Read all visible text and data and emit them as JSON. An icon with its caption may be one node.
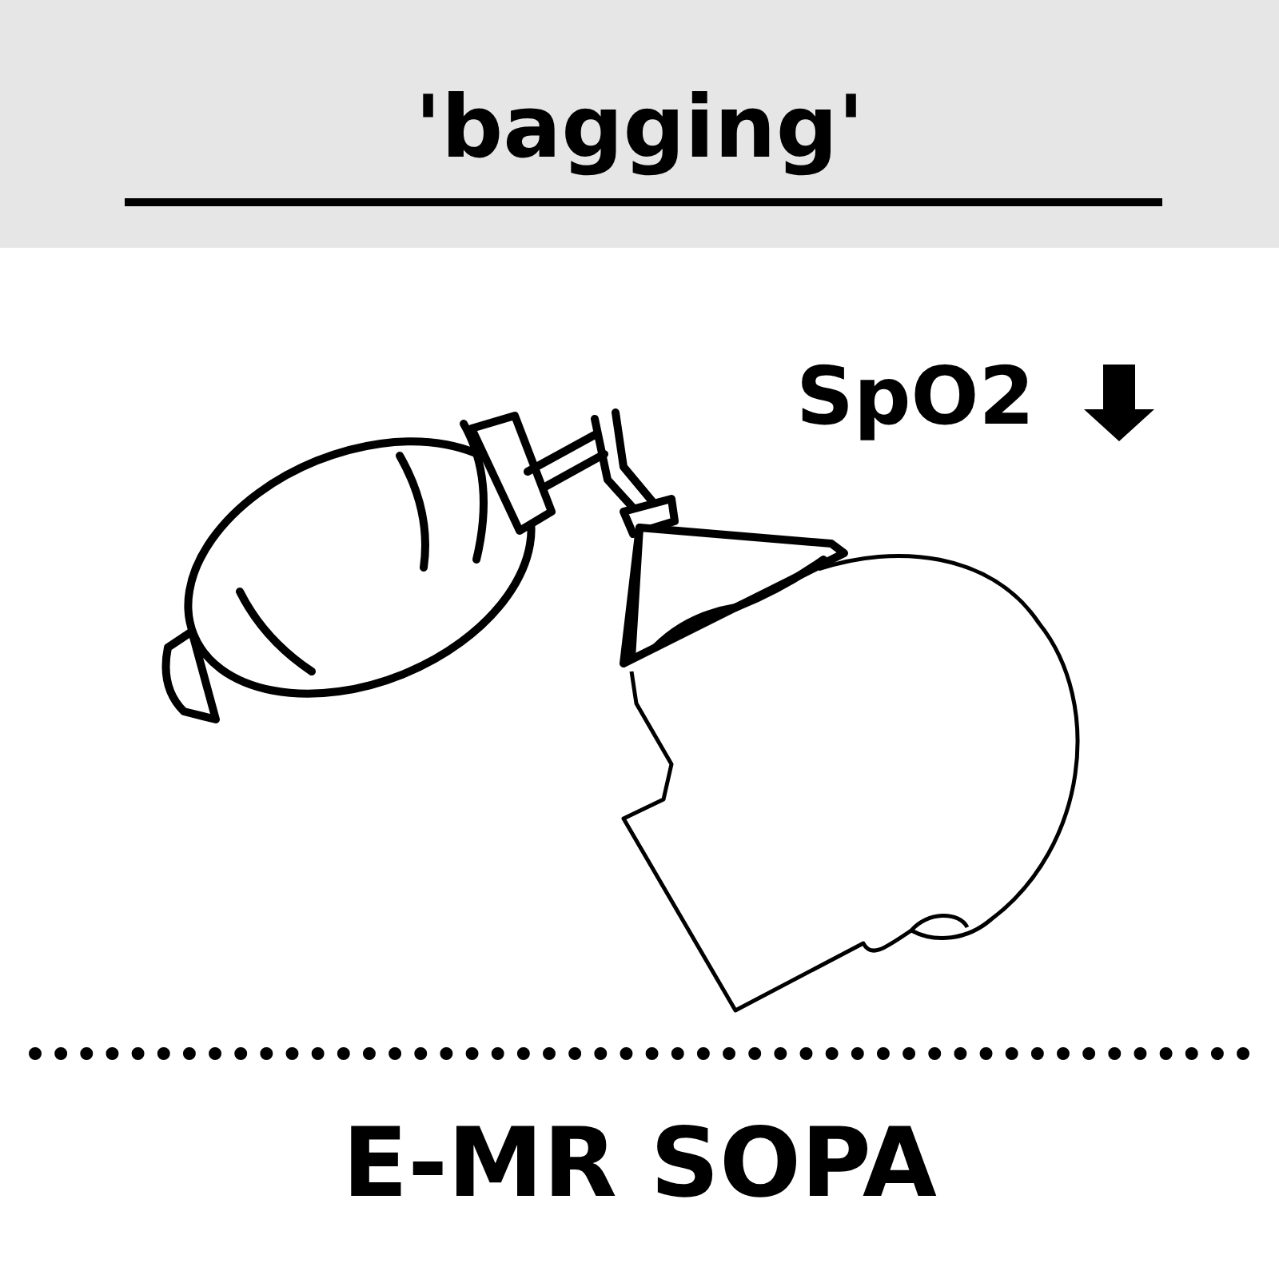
{
  "diagram": {
    "title": "'bagging'",
    "caption": "E-MR SOPA",
    "labels": [
      "SpO2"
    ]
  }
}
